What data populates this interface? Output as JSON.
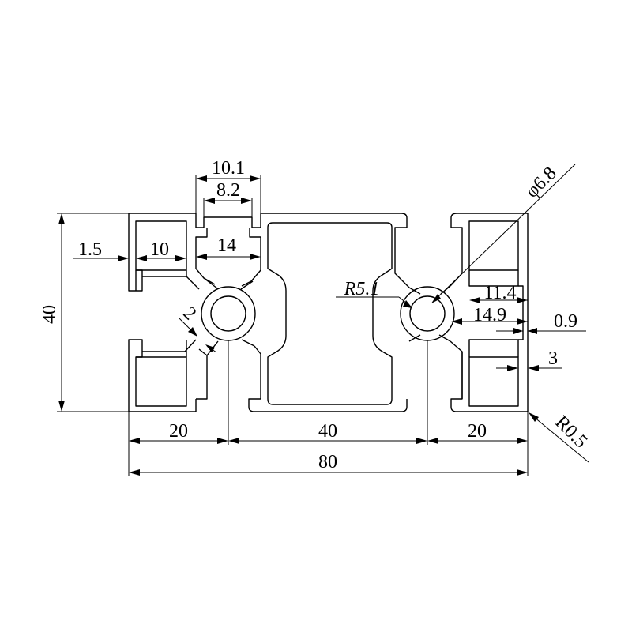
{
  "drawing": {
    "dimensions": {
      "overall_height": "40",
      "left_wall": "1.5",
      "left_cavity": "10",
      "slot_width": "14",
      "slot_outer": "10.1",
      "slot_inner": "8.2",
      "web_thickness": "2",
      "core_radius": "R5.1",
      "bore_diameter": "φ6.8",
      "right_cavity_a": "11.4",
      "right_cavity_b": "14.9",
      "lip_thickness": "0.9",
      "side_step": "3",
      "corner_radius": "R0.5",
      "left_pitch": "20",
      "center_pitch": "40",
      "right_pitch": "20",
      "overall_width": "80"
    }
  }
}
